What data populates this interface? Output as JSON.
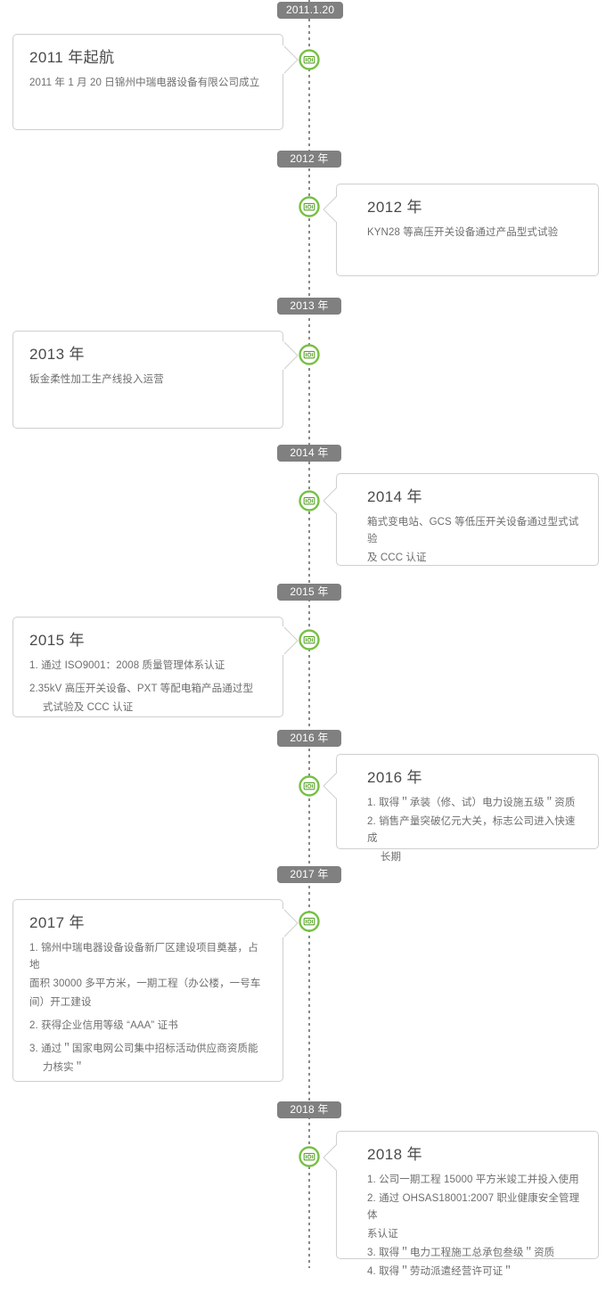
{
  "page": {
    "title": "企业发展历程时间轴",
    "accent_color": "#76c043",
    "chip_color": "#808080",
    "card_border_color": "#cfcfcf",
    "title_text_color": "#4a4a4a",
    "body_text_color": "#6e6e6e"
  },
  "node_icon": {
    "name": "banknote-icon",
    "label": "里程碑节点"
  },
  "events": [
    {
      "chip": "2011.1.20",
      "side": "left",
      "title": "2011 年起航",
      "lines": [
        "2011 年 1 月 20 日锦州中瑞电器设备有限公司成立"
      ]
    },
    {
      "chip": "2012 年",
      "side": "right",
      "title": "2012 年",
      "lines": [
        "KYN28 等高压开关设备通过产品型式试验"
      ]
    },
    {
      "chip": "2013 年",
      "side": "left",
      "title": "2013 年",
      "lines": [
        "钣金柔性加工生产线投入运营"
      ]
    },
    {
      "chip": "2014 年",
      "side": "right",
      "title": "2014 年",
      "lines": [
        "箱式变电站、GCS 等低压开关设备通过型式试验",
        "及 CCC 认证"
      ]
    },
    {
      "chip": "2015 年",
      "side": "left",
      "title": "2015 年",
      "lines": [
        "1. 通过 ISO9001：2008 质量管理体系认证",
        "2.35kV 高压开关设备、PXT 等配电箱产品通过型",
        "　 式试验及 CCC 认证"
      ]
    },
    {
      "chip": "2016 年",
      "side": "right",
      "title": "2016 年",
      "lines": [
        "1. 取得＂承装（修、试）电力设施五级＂资质",
        "2. 销售产量突破亿元大关，标志公司进入快速成",
        "　 长期"
      ]
    },
    {
      "chip": "2017 年",
      "side": "left",
      "title": "2017 年",
      "lines": [
        "1. 锦州中瑞电器设备设备新厂区建设项目奠基，占地",
        "面积 30000 多平方米，一期工程（办公楼，一号车",
        "间）开工建设",
        "2. 获得企业信用等级 “AAA” 证书",
        "3. 通过＂国家电网公司集中招标活动供应商资质能",
        "　 力核实＂"
      ]
    },
    {
      "chip": "2018 年",
      "side": "right",
      "title": "2018 年",
      "lines": [
        "1. 公司一期工程 15000 平方米竣工并投入使用",
        "2. 通过 OHSAS18001:2007 职业健康安全管理体",
        "系认证",
        "3. 取得＂电力工程施工总承包叁级＂资质",
        "4. 取得＂劳动派遣经营许可证＂"
      ]
    }
  ]
}
